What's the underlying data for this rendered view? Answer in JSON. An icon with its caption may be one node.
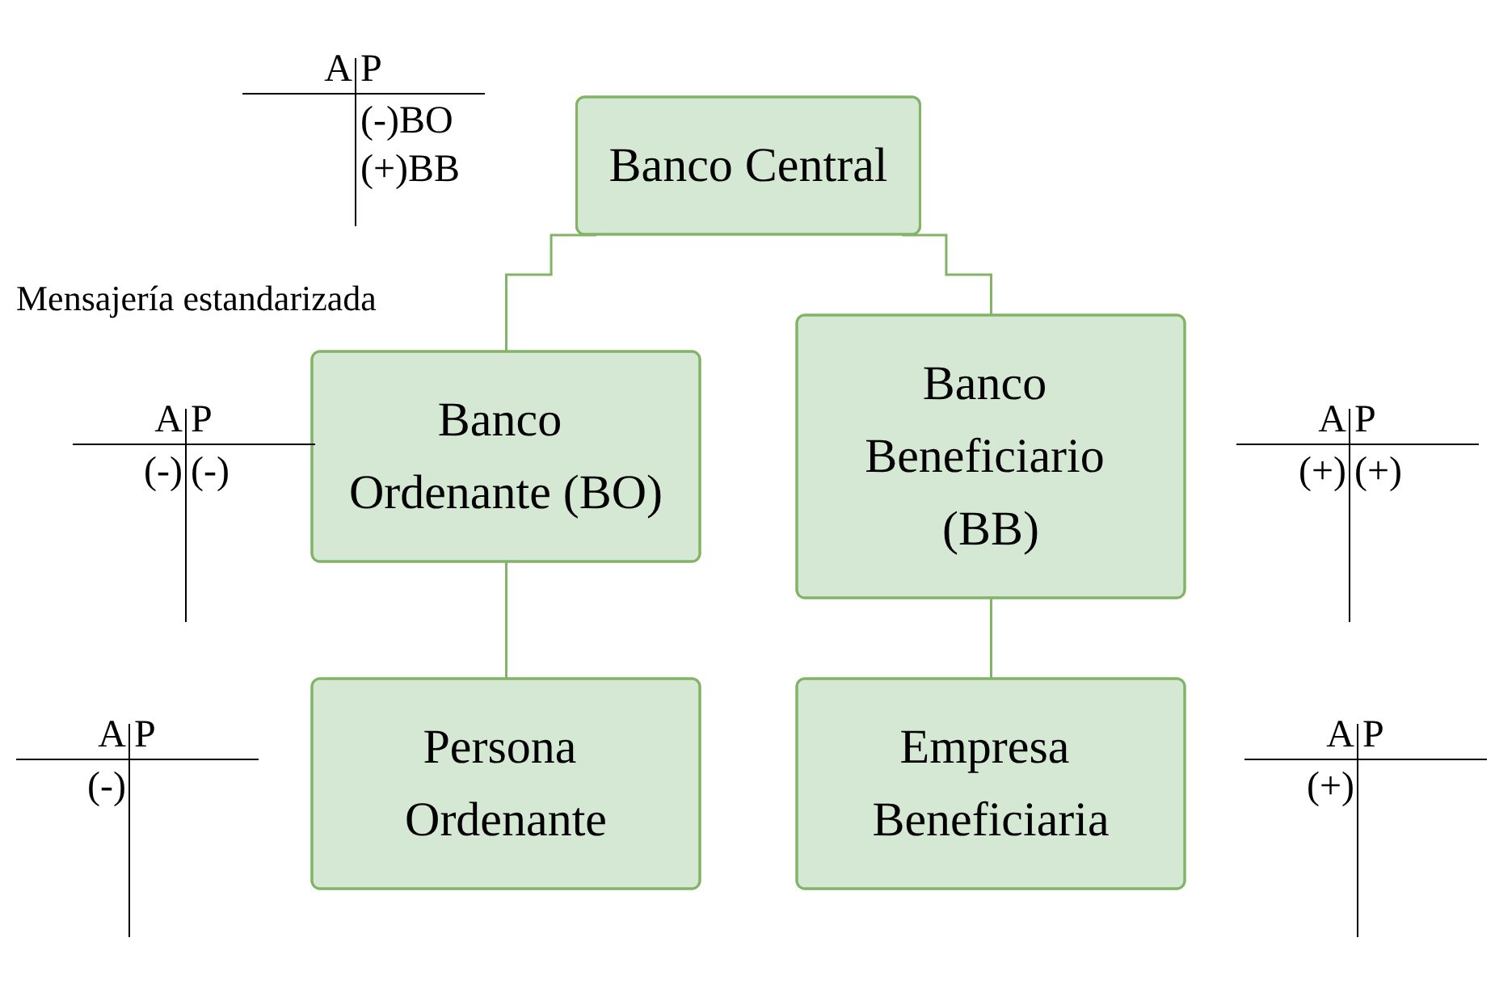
{
  "diagram": {
    "nodes": [
      {
        "text": [
          "Banco Central"
        ]
      },
      {
        "text": [
          "Banco Ordenante (BO)"
        ]
      },
      {
        "text": [
          "Banco Beneficiario (BB)"
        ]
      },
      {
        "text": [
          "Persona Ordenante"
        ]
      },
      {
        "text": [
          "Empresa Beneficiaria"
        ]
      }
    ],
    "edges": [
      {
        "from": 0,
        "to": 1,
        "arrow": "none"
      },
      {
        "from": 0,
        "to": 2,
        "arrow": "none"
      },
      {
        "from": 1,
        "to": 3,
        "arrow": "none"
      },
      {
        "from": 2,
        "to": 4,
        "arrow": "none"
      }
    ],
    "labels": [
      "A",
      "P",
      "(-)BO",
      "(+)BB",
      "Mensajería estandarizada",
      "A",
      "P",
      "(-)",
      "(-)",
      "A",
      "P",
      "(+)",
      "(+)",
      "A",
      "P",
      "(-)",
      "A",
      "P",
      "(+)"
    ]
  }
}
